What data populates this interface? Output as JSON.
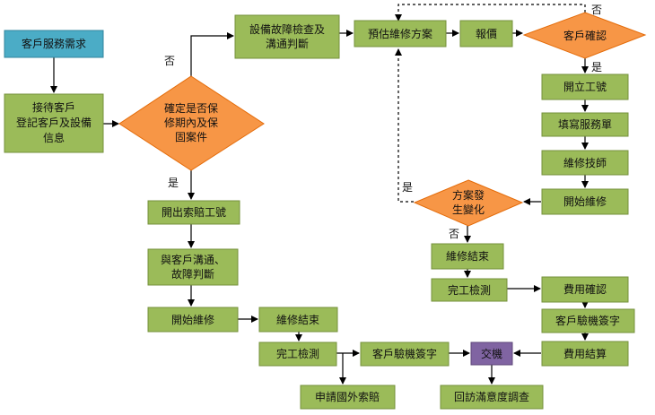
{
  "nodes": {
    "customer_request": "客戶服務需求",
    "receive_customer": [
      "接待客戶",
      "登記客戶及設備",
      "信息"
    ],
    "warranty_check": [
      "確定是否保",
      "修期內及保",
      "固案件"
    ],
    "equipment_fault_check": [
      "設備故障檢查及",
      "溝通判斷"
    ],
    "estimate_plan": "預估維修方案",
    "quote": "報價",
    "customer_confirm": "客戶確認",
    "open_ticket": "開立工號",
    "fill_service_form": "填寫服務單",
    "repair_technician": "維修技師",
    "start_repair_right": "開始維修",
    "plan_change": [
      "方案發",
      "生變化"
    ],
    "repair_done_right": "維修結束",
    "completion_check_right": "完工檢測",
    "cost_confirm": "費用確認",
    "customer_signoff_right": "客戶驗機簽字",
    "cost_settlement": "費用結算",
    "open_claim_ticket": "開出索賠工號",
    "communicate_customer": [
      "與客戶溝通、",
      "故障判斷"
    ],
    "start_repair_left": "開始維修",
    "repair_done_left": "維修結束",
    "completion_check_left": "完工檢測",
    "customer_signoff_left": "客戶驗機簽字",
    "handover": "交機",
    "overseas_claim": "申請國外索賠",
    "satisfaction_survey": "回訪滿意度調查"
  },
  "edge_labels": {
    "warranty_no": "否",
    "warranty_yes": "是",
    "confirm_no": "否",
    "confirm_yes": "是",
    "change_yes": "是",
    "change_no": "否"
  },
  "colors": {
    "process": "#9BBB59",
    "start": "#4BACC6",
    "decision": "#F79646",
    "end": "#8064A2"
  }
}
